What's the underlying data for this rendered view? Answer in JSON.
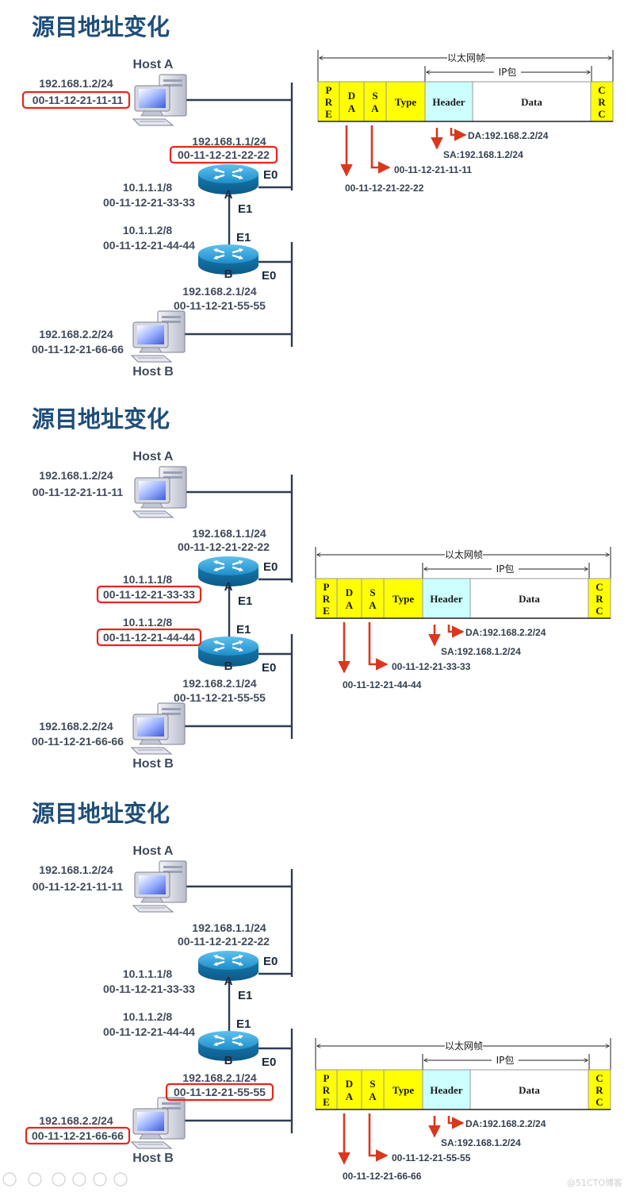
{
  "panels": [
    {
      "title": "源目地址变化",
      "hostA": {
        "name": "Host A",
        "ip": "192.168.1.2/24",
        "mac": "00-11-12-21-11-11"
      },
      "routerA": {
        "name": "A",
        "e0": "E0",
        "e1": "E1",
        "e0_ip": "192.168.1.1/24",
        "e0_mac": "00-11-12-21-22-22",
        "e1_ip": "10.1.1.1/8",
        "e1_mac": "00-11-12-21-33-33"
      },
      "routerB": {
        "name": "B",
        "e0": "E0",
        "e1": "E1",
        "e1_ip": "10.1.1.2/8",
        "e1_mac": "00-11-12-21-44-44",
        "e0_ip": "192.168.2.1/24",
        "e0_mac": "00-11-12-21-55-55"
      },
      "hostB": {
        "name": "Host B",
        "ip": "192.168.2.2/24",
        "mac": "00-11-12-21-66-66"
      },
      "highlighted": [
        "hostA.mac",
        "routerA.e0_mac"
      ],
      "frame": {
        "ethernet_label": "以太网帧",
        "ip_label": "IP包",
        "fields": {
          "pre": [
            "P",
            "R",
            "E"
          ],
          "da": [
            "D",
            "A"
          ],
          "sa": [
            "S",
            "A"
          ],
          "type": "Type",
          "header": "Header",
          "data": "Data",
          "crc": [
            "C",
            "R",
            "C"
          ]
        },
        "ip_da": "DA:192.168.2.2/24",
        "ip_sa": "SA:192.168.1.2/24",
        "sa_mac": "00-11-12-21-11-11",
        "da_mac": "00-11-12-21-22-22"
      }
    },
    {
      "title": "源目地址变化",
      "hostA": {
        "name": "Host A",
        "ip": "192.168.1.2/24",
        "mac": "00-11-12-21-11-11"
      },
      "routerA": {
        "name": "A",
        "e0": "E0",
        "e1": "E1",
        "e0_ip": "192.168.1.1/24",
        "e0_mac": "00-11-12-21-22-22",
        "e1_ip": "10.1.1.1/8",
        "e1_mac": "00-11-12-21-33-33"
      },
      "routerB": {
        "name": "B",
        "e0": "E0",
        "e1": "E1",
        "e1_ip": "10.1.1.2/8",
        "e1_mac": "00-11-12-21-44-44",
        "e0_ip": "192.168.2.1/24",
        "e0_mac": "00-11-12-21-55-55"
      },
      "hostB": {
        "name": "Host B",
        "ip": "192.168.2.2/24",
        "mac": "00-11-12-21-66-66"
      },
      "highlighted": [
        "routerA.e1_mac",
        "routerB.e1_mac"
      ],
      "frame": {
        "ethernet_label": "以太网帧",
        "ip_label": "IP包",
        "fields": {
          "pre": [
            "P",
            "R",
            "E"
          ],
          "da": [
            "D",
            "A"
          ],
          "sa": [
            "S",
            "A"
          ],
          "type": "Type",
          "header": "Header",
          "data": "Data",
          "crc": [
            "C",
            "R",
            "C"
          ]
        },
        "ip_da": "DA:192.168.2.2/24",
        "ip_sa": "SA:192.168.1.2/24",
        "sa_mac": "00-11-12-21-33-33",
        "da_mac": "00-11-12-21-44-44"
      }
    },
    {
      "title": "源目地址变化",
      "hostA": {
        "name": "Host A",
        "ip": "192.168.1.2/24",
        "mac": "00-11-12-21-11-11"
      },
      "routerA": {
        "name": "A",
        "e0": "E0",
        "e1": "E1",
        "e0_ip": "192.168.1.1/24",
        "e0_mac": "00-11-12-21-22-22",
        "e1_ip": "10.1.1.1/8",
        "e1_mac": "00-11-12-21-33-33"
      },
      "routerB": {
        "name": "B",
        "e0": "E0",
        "e1": "E1",
        "e1_ip": "10.1.1.2/8",
        "e1_mac": "00-11-12-21-44-44",
        "e0_ip": "192.168.2.1/24",
        "e0_mac": "00-11-12-21-55-55"
      },
      "hostB": {
        "name": "Host B",
        "ip": "192.168.2.2/24",
        "mac": "00-11-12-21-66-66"
      },
      "highlighted": [
        "routerB.e0_mac",
        "hostB.mac"
      ],
      "frame": {
        "ethernet_label": "以太网帧",
        "ip_label": "IP包",
        "fields": {
          "pre": [
            "P",
            "R",
            "E"
          ],
          "da": [
            "D",
            "A"
          ],
          "sa": [
            "S",
            "A"
          ],
          "type": "Type",
          "header": "Header",
          "data": "Data",
          "crc": [
            "C",
            "R",
            "C"
          ]
        },
        "ip_da": "DA:192.168.2.2/24",
        "ip_sa": "SA:192.168.1.2/24",
        "sa_mac": "00-11-12-21-55-55",
        "da_mac": "00-11-12-21-66-66"
      }
    }
  ],
  "watermark": "@51CTO博客",
  "colors": {
    "title": "#1f4e79",
    "highlight": "#e8261b",
    "arrow": "#d9381e",
    "frame_yellow": "#ffff00",
    "frame_cyan": "#ccffff",
    "router": "#1e8fc9",
    "network_line": "#2f3d52"
  }
}
